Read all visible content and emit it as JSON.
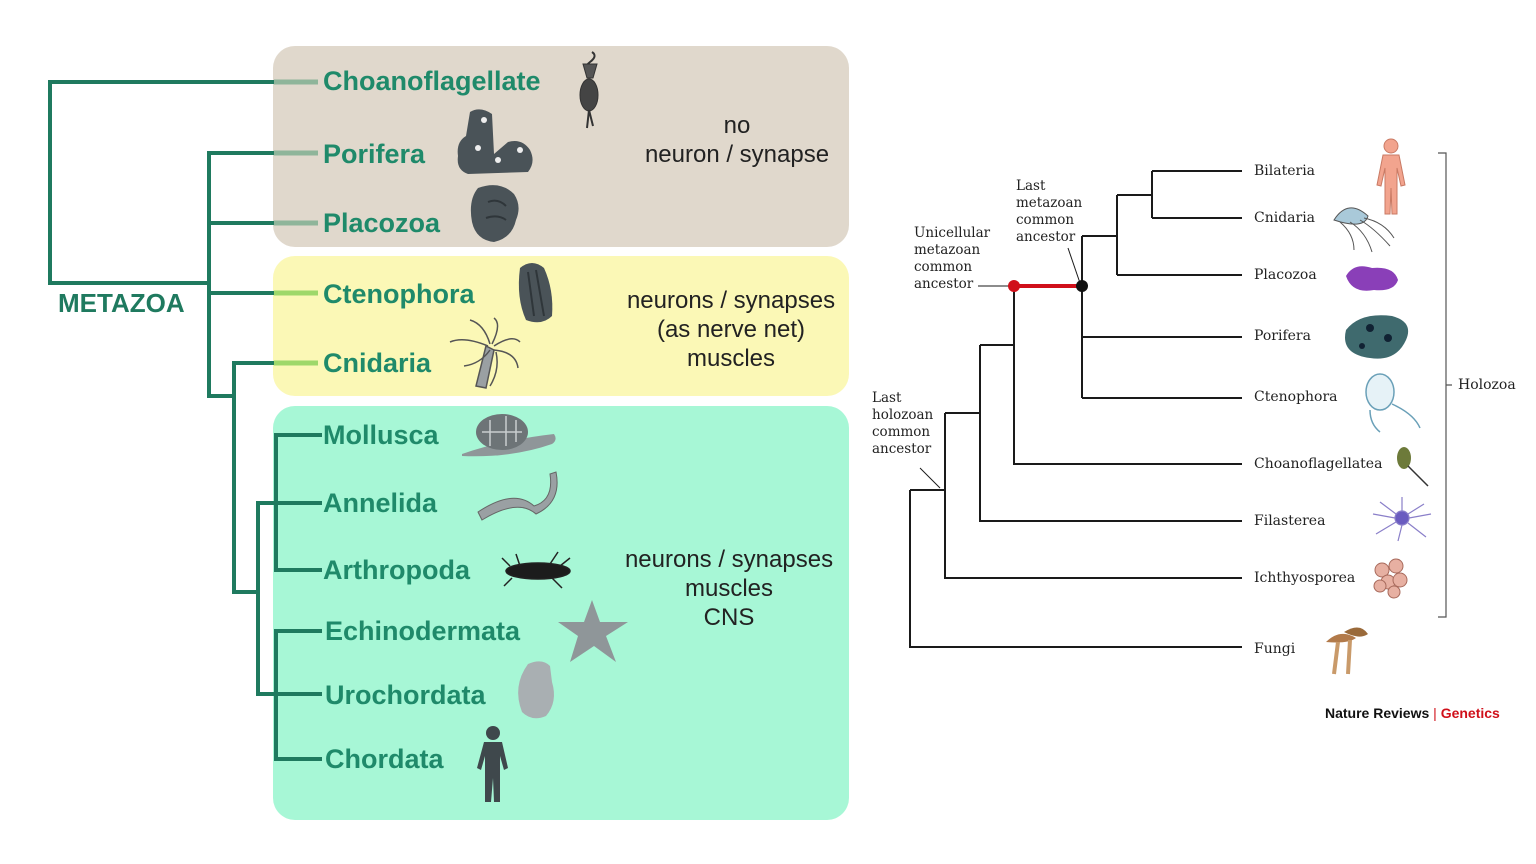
{
  "left_panel": {
    "root_label": "METAZOA",
    "groups": [
      {
        "color": "#e0d8cc",
        "lines": [
          "no",
          "neuron / synapse"
        ]
      },
      {
        "color": "#fbf8b6",
        "lines": [
          "neurons / synapses",
          "(as nerve net)",
          "muscles"
        ]
      },
      {
        "color": "#a7f7d6",
        "lines": [
          "neurons / synapses",
          "muscles",
          "CNS"
        ]
      }
    ],
    "taxa": [
      {
        "label": "Choanoflagellate",
        "icon": "choanoflagellate-icon"
      },
      {
        "label": "Porifera",
        "icon": "sponge-icon"
      },
      {
        "label": "Placozoa",
        "icon": "placozoan-icon"
      },
      {
        "label": "Ctenophora",
        "icon": "comb-jelly-icon"
      },
      {
        "label": "Cnidaria",
        "icon": "sea-anemone-icon"
      },
      {
        "label": "Mollusca",
        "icon": "snail-icon"
      },
      {
        "label": "Annelida",
        "icon": "worm-icon"
      },
      {
        "label": "Arthropoda",
        "icon": "beetle-icon"
      },
      {
        "label": "Echinodermata",
        "icon": "starfish-icon"
      },
      {
        "label": "Urochordata",
        "icon": "sea-squirt-icon"
      },
      {
        "label": "Chordata",
        "icon": "human-icon"
      }
    ],
    "branch_color": "#1f7a5f"
  },
  "right_panel": {
    "taxa": [
      {
        "label": "Bilateria",
        "icon": "human-figure-icon"
      },
      {
        "label": "Cnidaria",
        "icon": "jellyfish-icon"
      },
      {
        "label": "Placozoa",
        "icon": "placozoan-icon"
      },
      {
        "label": "Porifera",
        "icon": "sponge-icon"
      },
      {
        "label": "Ctenophora",
        "icon": "comb-jelly-icon"
      },
      {
        "label": "Choanoflagellatea",
        "icon": "choanoflagellate-icon"
      },
      {
        "label": "Filasterea",
        "icon": "filasterean-icon"
      },
      {
        "label": "Ichthyosporea",
        "icon": "ichthyosporean-icon"
      },
      {
        "label": "Fungi",
        "icon": "mushroom-icon"
      }
    ],
    "annotations": {
      "last_metazoan": [
        "Last",
        "metazoan",
        "common",
        "ancestor"
      ],
      "unicellular_metazoan": [
        "Unicellular",
        "metazoan",
        "common",
        "ancestor"
      ],
      "last_holozoan": [
        "Last",
        "holozoan",
        "common",
        "ancestor"
      ]
    },
    "bracket_label": "Holozoa",
    "highlight_color": "#d0101a",
    "credit": {
      "journal": "Nature Reviews",
      "separator": " | ",
      "section": "Genetics"
    }
  }
}
